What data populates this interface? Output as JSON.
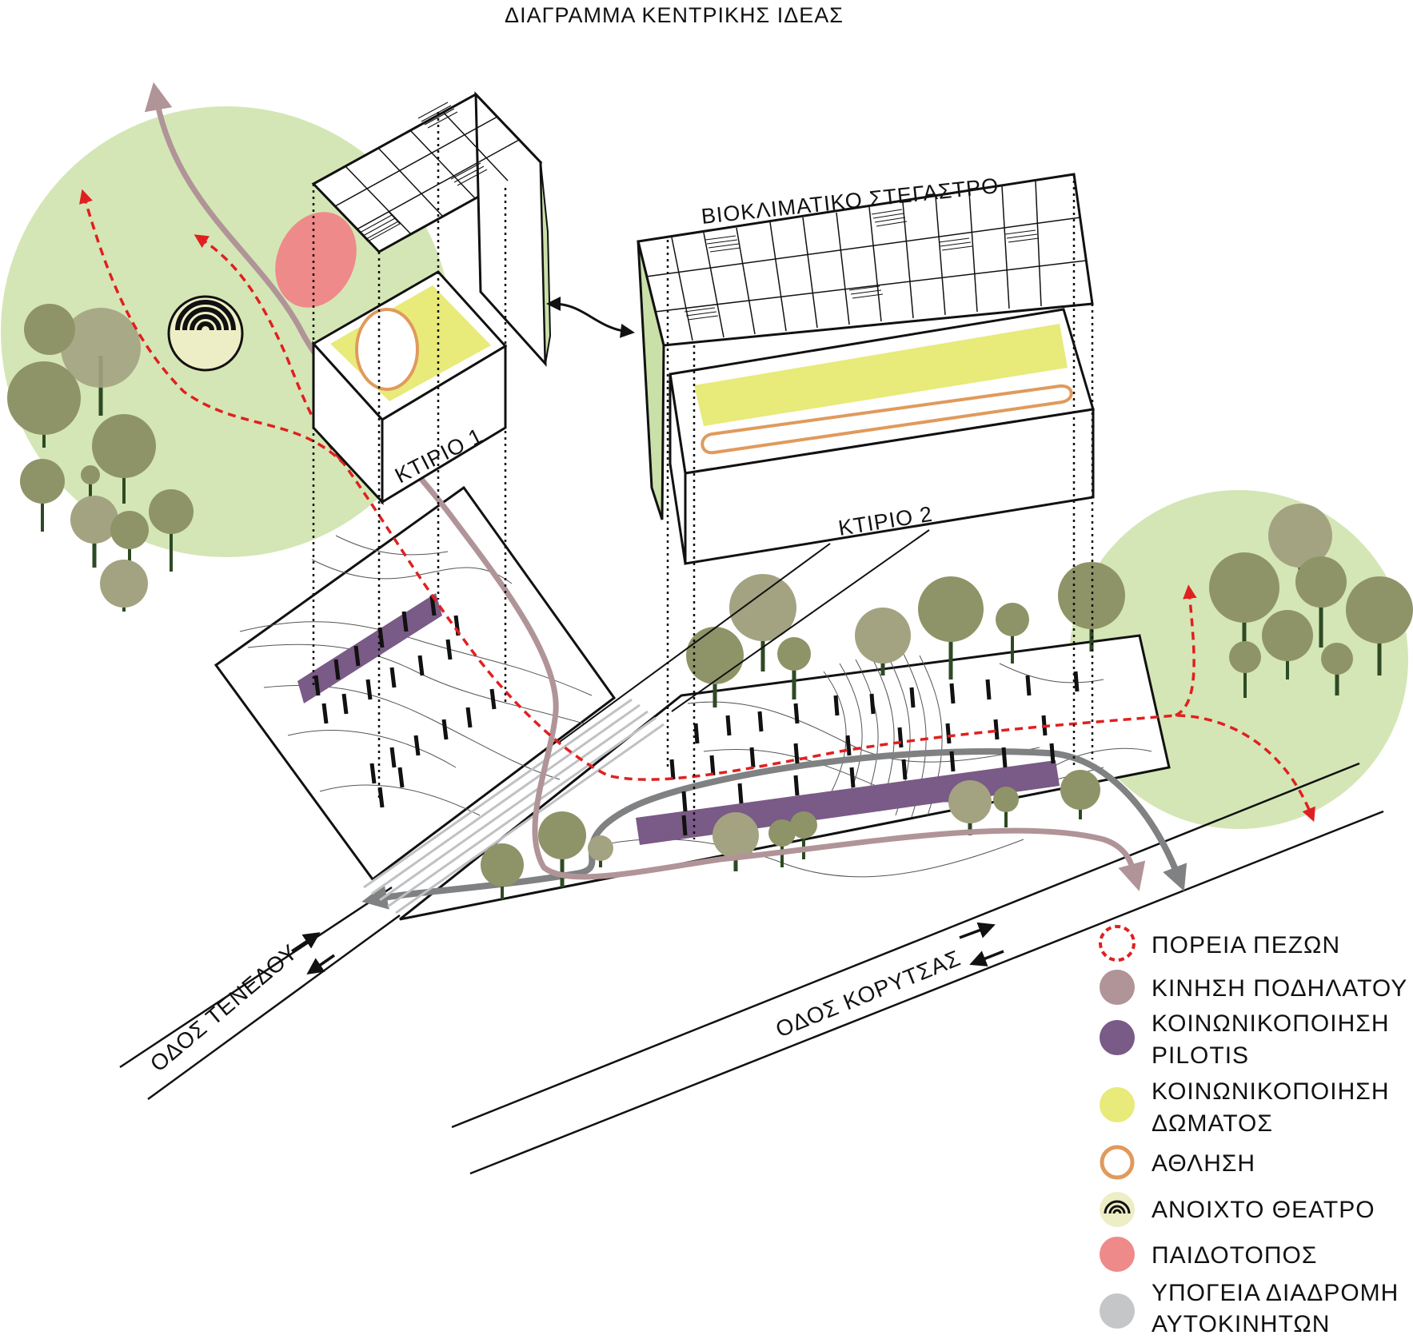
{
  "title": "ΔΙΑΓΡΑΜΜΑ ΚΕΝΤΡΙΚΗΣ ΙΔΕΑΣ",
  "labels": {
    "canopy": "ΒΙΟΚΛΙΜΑΤΙΚΟ ΣΤΕΓΑΣΤΡΟ",
    "building1": "ΚΤΙΡΙΟ 1",
    "building2": "ΚΤΙΡΙΟ 2",
    "street_tenedou": "ΟΔΟΣ ΤΕΝΕΔΟΥ",
    "street_korytsas": "ΟΔΟΣ ΚΟΡΥΤΣΑΣ"
  },
  "legend": [
    {
      "key": "pedestrian",
      "line1": "ΠΟΡΕΙΑ ΠΕΖΩΝ",
      "line2": "",
      "color": "#e02020",
      "icon": "dashed-circle-icon"
    },
    {
      "key": "bicycle",
      "line1": "ΚΙΝΗΣΗ ΠΟΔΗΛΑΤΟΥ",
      "line2": "",
      "color": "#b09498",
      "icon": "filled-circle-icon"
    },
    {
      "key": "pilotis",
      "line1": "ΚΟΙΝΩΝΙΚΟΠΟΙΗΣΗ",
      "line2": "PILOTIS",
      "color": "#7a5a86",
      "icon": "filled-circle-icon"
    },
    {
      "key": "roof",
      "line1": "ΚΟΙΝΩΝΙΚΟΠΟΙΗΣΗ",
      "line2": "ΔΩΜΑΤΟΣ",
      "color": "#e8ea7a",
      "icon": "filled-circle-icon"
    },
    {
      "key": "sport",
      "line1": "ΑΘΛΗΣΗ",
      "line2": "",
      "color": "#e09a5c",
      "icon": "ring-icon"
    },
    {
      "key": "theatre",
      "line1": "ΑΝΟΙΧΤΟ ΘΕΑΤΡΟ",
      "line2": "",
      "color": "#eeeec6",
      "icon": "theatre-icon"
    },
    {
      "key": "playground",
      "line1": "ΠΑΙΔΟΤΟΠΟΣ",
      "line2": "",
      "color": "#ef8a8a",
      "icon": "filled-circle-icon"
    },
    {
      "key": "underground",
      "line1": "ΥΠΟΓΕΙΑ ΔΙΑΔΡΟΜΗ",
      "line2": "ΑΥΤΟΚΙΝΗΤΩΝ",
      "color": "#c4c6c8",
      "icon": "filled-circle-icon"
    }
  ],
  "colors": {
    "green_area": "#d4e6b5",
    "tree": "#8f9468",
    "tree_light": "#a3a382",
    "trunk": "#2e4a24",
    "pedestrian": "#e02020",
    "bicycle": "#b09498",
    "pilotis": "#7a5a86",
    "roof": "#e8ea7a",
    "sport": "#e09a5c",
    "theatre": "#eeeec6",
    "playground": "#ef8a8a",
    "car": "#7f8183"
  }
}
